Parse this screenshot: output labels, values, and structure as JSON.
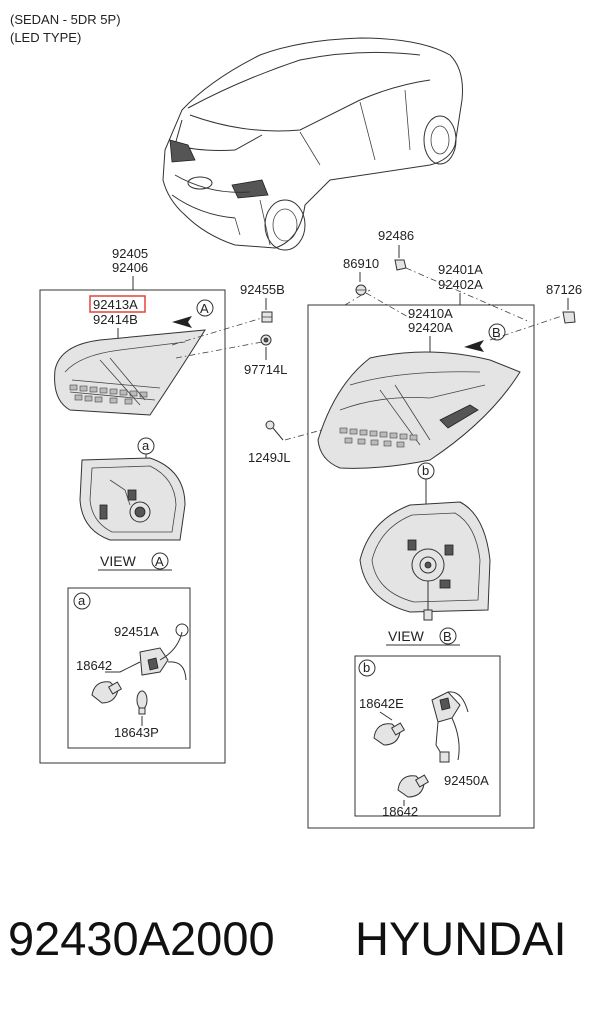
{
  "header": {
    "line1": "(SEDAN - 5DR 5P)",
    "line2": "(LED TYPE)"
  },
  "labels": {
    "p92405": "92405",
    "p92406": "92406",
    "p92413A": "92413A",
    "p92414B": "92414B",
    "p92455B": "92455B",
    "p97714L": "97714L",
    "p1249JL": "1249JL",
    "p92486": "92486",
    "p86910": "86910",
    "p92401A": "92401A",
    "p92402A": "92402A",
    "p87126": "87126",
    "p92410A": "92410A",
    "p92420A": "92420A",
    "p92451A": "92451A",
    "p18642_left": "18642",
    "p18643P": "18643P",
    "p18642E": "18642E",
    "p92450A": "92450A",
    "p18642_right": "18642"
  },
  "markers": {
    "A": "A",
    "B": "B",
    "a": "a",
    "b": "b"
  },
  "views": {
    "view_label": "VIEW"
  },
  "footer": {
    "part_number": "92430A2000",
    "brand": "HYUNDAI"
  },
  "colors": {
    "highlight": "#e0443c",
    "line": "#333333"
  }
}
